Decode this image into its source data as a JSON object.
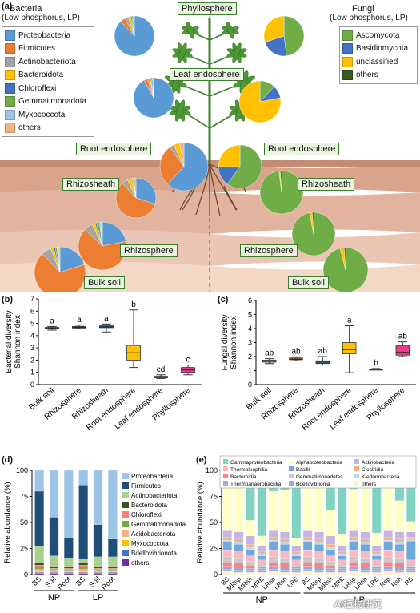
{
  "panel_a": {
    "label": "(a)",
    "bacteria_title": "Bacteria",
    "bacteria_subtitle": "(Low phosphorus, LP)",
    "fungi_title": "Fungi",
    "fungi_subtitle": "(Low phosphorus, LP)",
    "compartments": {
      "phyllosphere": "Phyllosphere",
      "leaf_endosphere": "Leaf endosphere",
      "root_endosphere_left": "Root endosphere",
      "root_endosphere_right": "Root endosphere",
      "rhizosheath_left": "Rhizosheath",
      "rhizosheath_right": "Rhizosheath",
      "rhizosphere_left": "Rhizosphere",
      "rhizosphere_right": "Rhizosphere",
      "bulk_soil_left": "Bulk soil",
      "bulk_soil_right": "Bulk soil"
    },
    "bacteria_legend": [
      {
        "name": "Proteobacteria",
        "color": "#5b9bd5"
      },
      {
        "name": "Firmicutes",
        "color": "#ed7d31"
      },
      {
        "name": "Actinobacteriota",
        "color": "#a5a5a5"
      },
      {
        "name": "Bacteroidota",
        "color": "#ffc000"
      },
      {
        "name": "Chloroflexi",
        "color": "#4472c4"
      },
      {
        "name": "Gemmatimonadota",
        "color": "#70ad47"
      },
      {
        "name": "Myxococcota",
        "color": "#9dc3e6"
      },
      {
        "name": "others",
        "color": "#f4b183"
      }
    ],
    "fungi_legend": [
      {
        "name": "Ascomycota",
        "color": "#70ad47"
      },
      {
        "name": "Basidiomycota",
        "color": "#4472c4"
      },
      {
        "name": "unclassified",
        "color": "#ffc000"
      },
      {
        "name": "others",
        "color": "#375623"
      }
    ]
  },
  "chart_data": [
    {
      "panel": "(b)",
      "type": "box",
      "ylabel": "Bacterial diversity\nShannon index",
      "ylim": [
        0,
        7
      ],
      "yticks": [
        0,
        1,
        2,
        3,
        4,
        5,
        6,
        7
      ],
      "categories": [
        "Bulk soil",
        "Rhizosphere",
        "Rhizosheath",
        "Root endosphere",
        "Leaf endosphere",
        "Phyllosphere"
      ],
      "colors": [
        "#70ad47",
        "#ed7d31",
        "#2e75b6",
        "#ffc000",
        "#7f7f7f",
        "#e83e8c"
      ],
      "boxes": [
        {
          "min": 4.45,
          "q1": 4.55,
          "median": 4.6,
          "q3": 4.68,
          "max": 4.75
        },
        {
          "min": 4.55,
          "q1": 4.62,
          "median": 4.68,
          "q3": 4.75,
          "max": 4.85
        },
        {
          "min": 4.3,
          "q1": 4.65,
          "median": 4.72,
          "q3": 4.85,
          "max": 4.95
        },
        {
          "min": 1.4,
          "q1": 2.0,
          "median": 2.6,
          "q3": 3.2,
          "max": 6.1
        },
        {
          "min": 0.5,
          "q1": 0.55,
          "median": 0.62,
          "q3": 0.68,
          "max": 0.8
        },
        {
          "min": 0.8,
          "q1": 1.0,
          "median": 1.2,
          "q3": 1.4,
          "max": 1.6
        }
      ],
      "letters": [
        "a",
        "a",
        "a",
        "b",
        "cd",
        "c"
      ]
    },
    {
      "panel": "(c)",
      "type": "box",
      "ylabel": "Fungal diversity\nShannon index",
      "ylim": [
        0,
        6
      ],
      "yticks": [
        0,
        1,
        2,
        3,
        4,
        5,
        6
      ],
      "categories": [
        "Bulk soil",
        "Rhizosphere",
        "Rhizosheath",
        "Root endosphere",
        "Leaf endosphere",
        "Phyllosphere"
      ],
      "colors": [
        "#70ad47",
        "#ed7d31",
        "#2e75b6",
        "#ffc000",
        "#7f7f7f",
        "#e83e8c"
      ],
      "boxes": [
        {
          "min": 1.5,
          "q1": 1.6,
          "median": 1.68,
          "q3": 1.75,
          "max": 1.85
        },
        {
          "min": 1.7,
          "q1": 1.78,
          "median": 1.82,
          "q3": 1.9,
          "max": 1.98
        },
        {
          "min": 1.4,
          "q1": 1.5,
          "median": 1.6,
          "q3": 1.7,
          "max": 2.0
        },
        {
          "min": 0.85,
          "q1": 2.2,
          "median": 2.5,
          "q3": 3.0,
          "max": 4.2
        },
        {
          "min": 1.05,
          "q1": 1.08,
          "median": 1.1,
          "q3": 1.12,
          "max": 1.15
        },
        {
          "min": 2.0,
          "q1": 2.1,
          "median": 2.3,
          "q3": 2.8,
          "max": 3.05
        }
      ],
      "letters": [
        "ab",
        "ab",
        "ab",
        "a",
        "b",
        "ab"
      ]
    },
    {
      "panel": "(d)",
      "type": "stacked_bar",
      "ylabel": "Relative abundance (%)",
      "ylim": [
        0,
        100
      ],
      "yticks": [
        0,
        25,
        50,
        75,
        100
      ],
      "categories": [
        "BS",
        "Soil",
        "Root",
        "BS",
        "Soil",
        "Root"
      ],
      "groups": [
        {
          "name": "NP",
          "span": [
            0,
            2
          ]
        },
        {
          "name": "LP",
          "span": [
            3,
            5
          ]
        }
      ],
      "series": [
        {
          "name": "others",
          "color": "#7030a0",
          "values": [
            1,
            1,
            1,
            1,
            1,
            1
          ]
        },
        {
          "name": "Bdellovibrionota",
          "color": "#4472c4",
          "values": [
            1,
            1,
            1,
            1,
            1,
            1
          ]
        },
        {
          "name": "Myxococcota",
          "color": "#ffc000",
          "values": [
            1,
            1,
            1,
            1,
            1,
            1
          ]
        },
        {
          "name": "Acidobacteriota",
          "color": "#f4b183",
          "values": [
            2,
            1,
            1,
            2,
            1,
            1
          ]
        },
        {
          "name": "Gemmatimonadota",
          "color": "#70ad47",
          "values": [
            2,
            1,
            1,
            2,
            1,
            1
          ]
        },
        {
          "name": "Chloroflexi",
          "color": "#ff7c80",
          "values": [
            2,
            1,
            1,
            2,
            1,
            1
          ]
        },
        {
          "name": "Bacteroidota",
          "color": "#375623",
          "values": [
            2,
            2,
            2,
            2,
            2,
            2
          ]
        },
        {
          "name": "Actinobacteriota",
          "color": "#a9d18e",
          "values": [
            16,
            10,
            8,
            4,
            9,
            9
          ]
        },
        {
          "name": "Firmicutes",
          "color": "#1f4e79",
          "values": [
            53,
            37,
            19,
            71,
            31,
            17
          ]
        },
        {
          "name": "Proteobacteria",
          "color": "#9dc3e6",
          "values": [
            20,
            45,
            65,
            14,
            52,
            66
          ]
        }
      ]
    },
    {
      "panel": "(e)",
      "type": "stacked_bar",
      "ylabel": "Relative abundance (%)",
      "ylim": [
        0,
        100
      ],
      "yticks": [
        0,
        25,
        50,
        75,
        100
      ],
      "categories": [
        "BS",
        "MRsp",
        "MRsh",
        "MRE",
        "LRsp",
        "LRsh",
        "LRE",
        "BS",
        "MRsp",
        "MRsh",
        "MRE",
        "LRsp",
        "LRsh",
        "LRE",
        "Rsp",
        "Rsh",
        "RE"
      ],
      "groups": [
        {
          "name": "NP",
          "span": [
            0,
            6
          ]
        },
        {
          "name": "LP",
          "span": [
            7,
            16
          ]
        }
      ],
      "series": [
        {
          "name": "others",
          "color": "#fff2cc",
          "values": [
            3,
            2,
            2,
            2,
            3,
            2,
            2,
            3,
            2,
            2,
            2,
            3,
            2,
            2,
            3,
            2,
            2
          ]
        },
        {
          "name": "Thermoanaerobaculia",
          "color": "#b4a7d6",
          "values": [
            2,
            2,
            2,
            2,
            2,
            2,
            2,
            2,
            2,
            2,
            2,
            2,
            2,
            2,
            2,
            2,
            2
          ]
        },
        {
          "name": "Bdellovibrionia",
          "color": "#8faadc",
          "values": [
            3,
            3,
            2,
            2,
            3,
            3,
            2,
            3,
            3,
            2,
            2,
            3,
            3,
            2,
            3,
            3,
            2
          ]
        },
        {
          "name": "Bacteroidia",
          "color": "#ff8080",
          "values": [
            4,
            4,
            3,
            2,
            4,
            4,
            2,
            4,
            4,
            3,
            2,
            4,
            4,
            2,
            4,
            4,
            2
          ]
        },
        {
          "name": "Gemmatimonadetes",
          "color": "#c9c9c9",
          "values": [
            5,
            5,
            4,
            3,
            5,
            5,
            3,
            5,
            5,
            4,
            3,
            5,
            5,
            3,
            5,
            5,
            3
          ]
        },
        {
          "name": "Thermoleophilia",
          "color": "#ffb6c1",
          "values": [
            6,
            6,
            5,
            3,
            6,
            6,
            3,
            6,
            6,
            5,
            3,
            6,
            6,
            3,
            6,
            6,
            3
          ]
        },
        {
          "name": "Bacilli",
          "color": "#6fa8dc",
          "values": [
            8,
            7,
            6,
            4,
            8,
            7,
            4,
            8,
            7,
            6,
            4,
            8,
            7,
            4,
            8,
            7,
            18
          ]
        },
        {
          "name": "Ktedonobacteria",
          "color": "#bdd7ee",
          "values": [
            2,
            2,
            2,
            2,
            2,
            2,
            2,
            2,
            2,
            2,
            2,
            2,
            2,
            2,
            2,
            2,
            2
          ]
        },
        {
          "name": "Clostridia",
          "color": "#f4b183",
          "values": [
            3,
            3,
            3,
            2,
            3,
            3,
            2,
            3,
            3,
            3,
            2,
            3,
            3,
            2,
            3,
            3,
            2
          ]
        },
        {
          "name": "Actinobacteria",
          "color": "#c5b3e6",
          "values": [
            6,
            7,
            8,
            5,
            6,
            7,
            5,
            6,
            7,
            8,
            5,
            6,
            7,
            5,
            6,
            7,
            5
          ]
        },
        {
          "name": "Alphaproteobacteria",
          "color": "#ffffc8",
          "values": [
            48,
            45,
            15,
            10,
            38,
            40,
            8,
            52,
            48,
            25,
            12,
            40,
            45,
            13,
            42,
            30,
            10
          ]
        },
        {
          "name": "Gammaproteobacteria",
          "color": "#7fd3c0",
          "values": [
            10,
            14,
            48,
            63,
            20,
            20,
            67,
            6,
            9,
            33,
            61,
            17,
            11,
            60,
            16,
            29,
            49
          ]
        }
      ]
    }
  ],
  "panel_b_label": "(b)",
  "panel_c_label": "(c)",
  "panel_d_label": "(d)",
  "panel_e_label": "(e)",
  "panel_d_legend": [
    "Proteobacteria",
    "Firmicutes",
    "Actinobacteriota",
    "Bacteroidota",
    "Chloroflexi",
    "Gemmatimonadota",
    "Acidobacteriota",
    "Myxococcota",
    "Bdellovibrionota",
    "others"
  ],
  "panel_e_legend": [
    "Gammaproteobacteria",
    "Alphaproteobacteria",
    "Actinobacteria",
    "Thermoleophilia",
    "Bacilli",
    "Clostridia",
    "Bacteroidia",
    "Gemmatimonadetes",
    "Ktedonobacteria",
    "Thermoanaerobaculia",
    "Bdellovibrionia",
    "others"
  ],
  "watermark": "AI植物研究"
}
